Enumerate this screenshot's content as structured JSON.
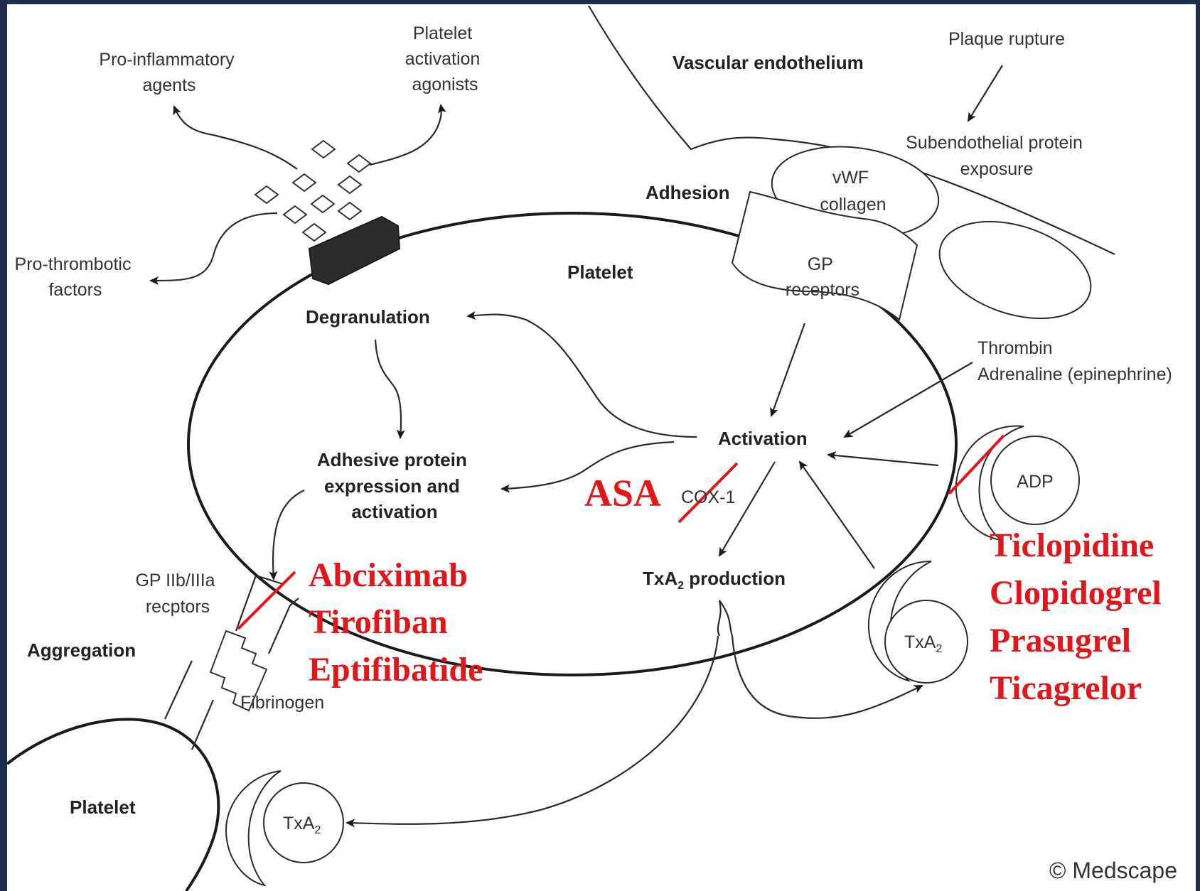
{
  "labels": {
    "pro_inflammatory": [
      "Pro-inflammatory",
      "agents"
    ],
    "platelet_activation_agonists": [
      "Platelet",
      "activation",
      "agonists"
    ],
    "vascular_endothelium": "Vascular endothelium",
    "plaque_rupture": "Plaque rupture",
    "subendothelial": [
      "Subendothelial protein",
      "exposure"
    ],
    "vwf_collagen": [
      "vWF",
      "collagen"
    ],
    "adhesion": "Adhesion",
    "gp_receptors": [
      "GP",
      "receptors"
    ],
    "pro_thrombotic": [
      "Pro-thrombotic",
      "factors"
    ],
    "platelet_main": "Platelet",
    "degranulation": "Degranulation",
    "thrombin": [
      "Thrombin",
      "Adrenaline (epinephrine)"
    ],
    "activation": "Activation",
    "adhesive_protein": [
      "Adhesive protein",
      "expression and",
      "activation"
    ],
    "cox1": "COX-1",
    "adp": "ADP",
    "gp_iib_iiia": [
      "GP IIb/IIIa",
      "recptors"
    ],
    "txa2_production": "TxA",
    "txa2_production_suffix": "production",
    "aggregation": "Aggregation",
    "fibrinogen": "Fibrinogen",
    "txa2": "TxA",
    "subscript_2": "2",
    "platelet_second": "Platelet",
    "copyright": "© Medscape"
  },
  "drugs": {
    "asa": "ASA",
    "gp_inhibitors": [
      "Abciximab",
      "Tirofiban",
      "Eptifibatide"
    ],
    "p2y12_inhibitors": [
      "Ticlopidine",
      "Clopidogrel",
      "Prasugrel",
      "Ticagrelor"
    ]
  },
  "colors": {
    "drug_red": "#e0161b",
    "frame": "#1e2d4d",
    "background": "#ffffff"
  }
}
